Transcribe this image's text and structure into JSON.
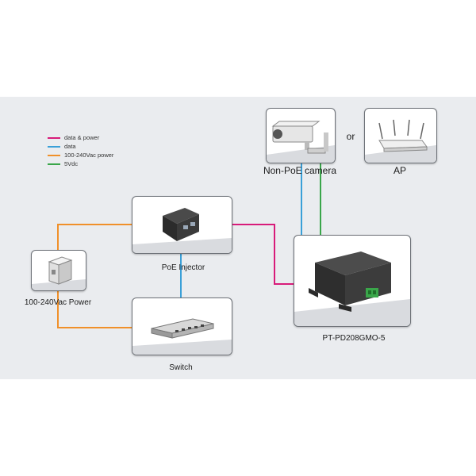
{
  "legend": [
    {
      "label": "data & power",
      "color": "#d81b7a"
    },
    {
      "label": "data",
      "color": "#3aa0d8"
    },
    {
      "label": "100-240Vac power",
      "color": "#f0902a"
    },
    {
      "label": "5Vdc",
      "color": "#3aa64a"
    }
  ],
  "nodes": {
    "camera": {
      "label": "Non-PoE camera",
      "icon": "camera-icon"
    },
    "or": {
      "label": "or"
    },
    "ap": {
      "label": "AP",
      "icon": "access-point-icon"
    },
    "injector": {
      "label": "PoE Injector",
      "icon": "poe-injector-icon"
    },
    "power": {
      "label": "100-240Vac Power",
      "icon": "power-outlet-icon"
    },
    "switch": {
      "label": "Switch",
      "icon": "network-switch-icon"
    },
    "splitter": {
      "label": "PT-PD208GMO-5",
      "icon": "poe-splitter-icon"
    }
  },
  "colors": {
    "band": "#eaecef",
    "card_border": "#6e7278"
  }
}
